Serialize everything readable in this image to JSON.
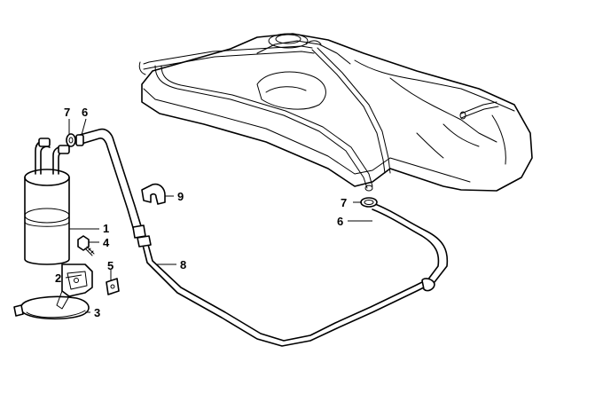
{
  "callouts": [
    {
      "id": "c1",
      "text": "1"
    },
    {
      "id": "c2",
      "text": "2"
    },
    {
      "id": "c3",
      "text": "3"
    },
    {
      "id": "c4",
      "text": "4"
    },
    {
      "id": "c5",
      "text": "5"
    },
    {
      "id": "c6a",
      "text": "6"
    },
    {
      "id": "c6b",
      "text": "6"
    },
    {
      "id": "c7a",
      "text": "7"
    },
    {
      "id": "c7b",
      "text": "7"
    },
    {
      "id": "c8",
      "text": "8"
    },
    {
      "id": "c9",
      "text": "9"
    }
  ]
}
